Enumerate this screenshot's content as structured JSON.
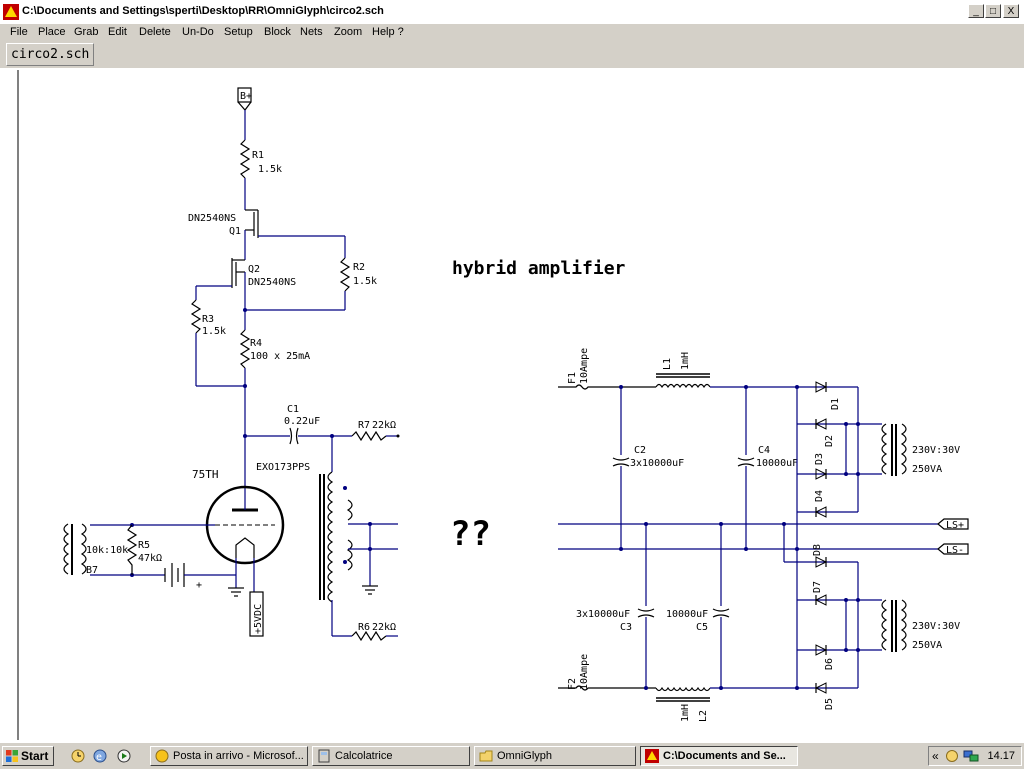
{
  "window": {
    "title": "C:\\Documents and Settings\\sperti\\Desktop\\RR\\OmniGlyph\\circo2.sch",
    "buttons": {
      "minimize": "_",
      "maximize": "□",
      "close": "X"
    }
  },
  "menu": [
    "File",
    "Place",
    "Grab",
    "Edit",
    "Delete",
    "Un-Do",
    "Setup",
    "Block",
    "Nets",
    "Zoom",
    "Help ?"
  ],
  "file_tab": "circo2.sch",
  "schematic": {
    "title": "hybrid amplifier",
    "question": "??",
    "labels": {
      "bplus": "B+",
      "r1": "R1",
      "r1v": "1.5k",
      "q1part": "DN2540NS",
      "q1": "Q1",
      "q2": "Q2",
      "q2part": "DN2540NS",
      "r2": "R2",
      "r2v": "1.5k",
      "r3": "R3",
      "r3v": "1.5k",
      "r4": "R4",
      "r4v": "100 x 25mA",
      "c1": "C1",
      "c1v": "0.22uF",
      "r7": "R7",
      "r7v": "22kΩ",
      "tube": "75TH",
      "xfmr": "EXO173PPS",
      "ratio": "10k:10k",
      "r5": "R5",
      "r5v": "47kΩ",
      "b7": "B7",
      "plus": "+",
      "vdc": "+5VDC",
      "r6": "R6",
      "r6v": "22kΩ",
      "f1": "F1",
      "f1v": "10Ampe",
      "l1": "L1",
      "l1v": "1mH",
      "c2": "C2",
      "c2v": "3x10000uF",
      "c4": "C4",
      "c4v": "10000uF",
      "d1": "D1",
      "d2": "D2",
      "d3": "D3",
      "d4": "D4",
      "d5": "D5",
      "d6": "D6",
      "d7": "D7",
      "d8": "D8",
      "t1a": "230V:30V",
      "t1b": "250VA",
      "t2a": "230V:30V",
      "t2b": "250VA",
      "lsp": "LS+",
      "lsm": "LS-",
      "c3": "C3",
      "c3v": "3x10000uF",
      "c5": "C5",
      "c5v": "10000uF",
      "f2": "F2",
      "f2v": "10Ampe",
      "l2": "L2",
      "l2v": "1mH"
    }
  },
  "taskbar": {
    "start": "Start",
    "tasks": [
      "Posta in arrivo - Microsof...",
      "Calcolatrice",
      "OmniGlyph",
      "C:\\Documents and Se..."
    ],
    "tray_arrow": "«",
    "clock": "14.17"
  }
}
